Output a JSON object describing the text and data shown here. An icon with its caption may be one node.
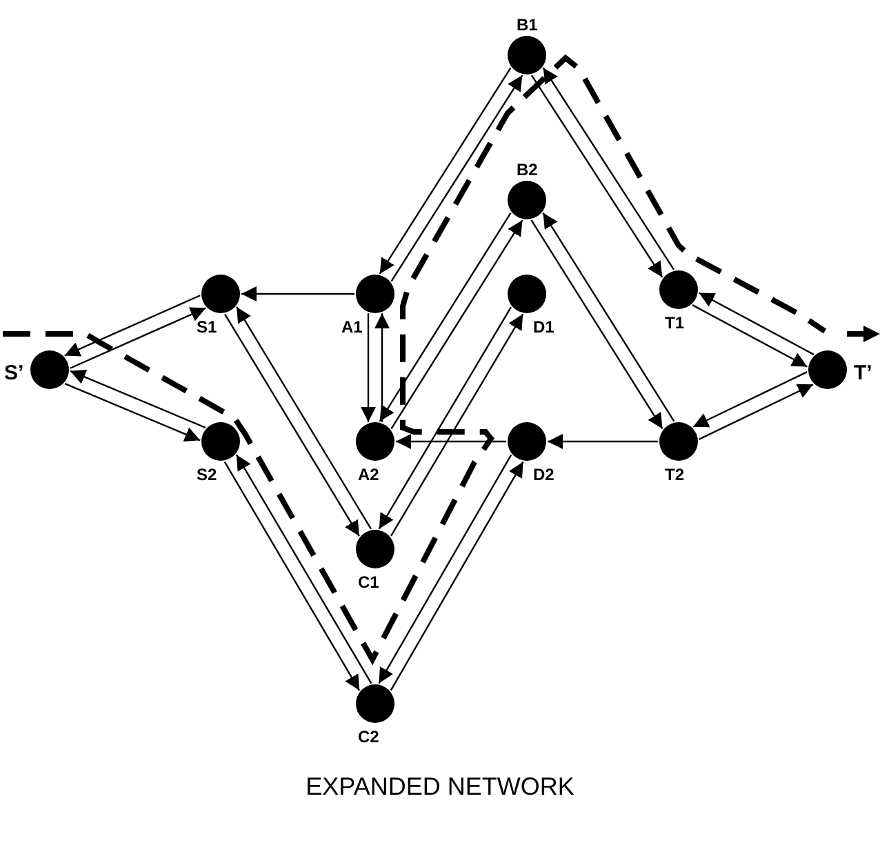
{
  "diagram": {
    "caption": "EXPANDED NETWORK",
    "nodes": [
      {
        "text": [
          "S’"
        ]
      },
      {
        "text": [
          "S1"
        ]
      },
      {
        "text": [
          "S2"
        ]
      },
      {
        "text": [
          "A1"
        ]
      },
      {
        "text": [
          "A2"
        ]
      },
      {
        "text": [
          "B1"
        ]
      },
      {
        "text": [
          "B2"
        ]
      },
      {
        "text": [
          "D1"
        ]
      },
      {
        "text": [
          "D2"
        ]
      },
      {
        "text": [
          "C1"
        ]
      },
      {
        "text": [
          "C2"
        ]
      },
      {
        "text": [
          "T1"
        ]
      },
      {
        "text": [
          "T2"
        ]
      },
      {
        "text": [
          "T’"
        ]
      }
    ],
    "edges": [
      {
        "from": 0,
        "to": 1,
        "arrow": "to"
      },
      {
        "from": 1,
        "to": 0,
        "arrow": "to"
      },
      {
        "from": 0,
        "to": 2,
        "arrow": "to"
      },
      {
        "from": 2,
        "to": 0,
        "arrow": "to"
      },
      {
        "from": 3,
        "to": 1,
        "arrow": "to"
      },
      {
        "from": 1,
        "to": 9,
        "arrow": "to"
      },
      {
        "from": 9,
        "to": 1,
        "arrow": "to"
      },
      {
        "from": 2,
        "to": 10,
        "arrow": "to"
      },
      {
        "from": 10,
        "to": 2,
        "arrow": "to"
      },
      {
        "from": 3,
        "to": 4,
        "arrow": "to"
      },
      {
        "from": 4,
        "to": 3,
        "arrow": "to"
      },
      {
        "from": 5,
        "to": 3,
        "arrow": "to"
      },
      {
        "from": 3,
        "to": 5,
        "arrow": "to"
      },
      {
        "from": 4,
        "to": 6,
        "arrow": "to"
      },
      {
        "from": 6,
        "to": 4,
        "arrow": "to"
      },
      {
        "from": 9,
        "to": 7,
        "arrow": "to"
      },
      {
        "from": 7,
        "to": 9,
        "arrow": "to"
      },
      {
        "from": 10,
        "to": 8,
        "arrow": "to"
      },
      {
        "from": 8,
        "to": 10,
        "arrow": "to"
      },
      {
        "from": 5,
        "to": 11,
        "arrow": "to"
      },
      {
        "from": 11,
        "to": 5,
        "arrow": "to"
      },
      {
        "from": 6,
        "to": 12,
        "arrow": "to"
      },
      {
        "from": 12,
        "to": 6,
        "arrow": "to"
      },
      {
        "from": 12,
        "to": 8,
        "arrow": "to"
      },
      {
        "from": 8,
        "to": 4,
        "arrow": "to"
      },
      {
        "from": 11,
        "to": 13,
        "arrow": "to"
      },
      {
        "from": 13,
        "to": 11,
        "arrow": "to"
      },
      {
        "from": 12,
        "to": 13,
        "arrow": "to"
      },
      {
        "from": 13,
        "to": 12,
        "arrow": "to"
      }
    ]
  }
}
